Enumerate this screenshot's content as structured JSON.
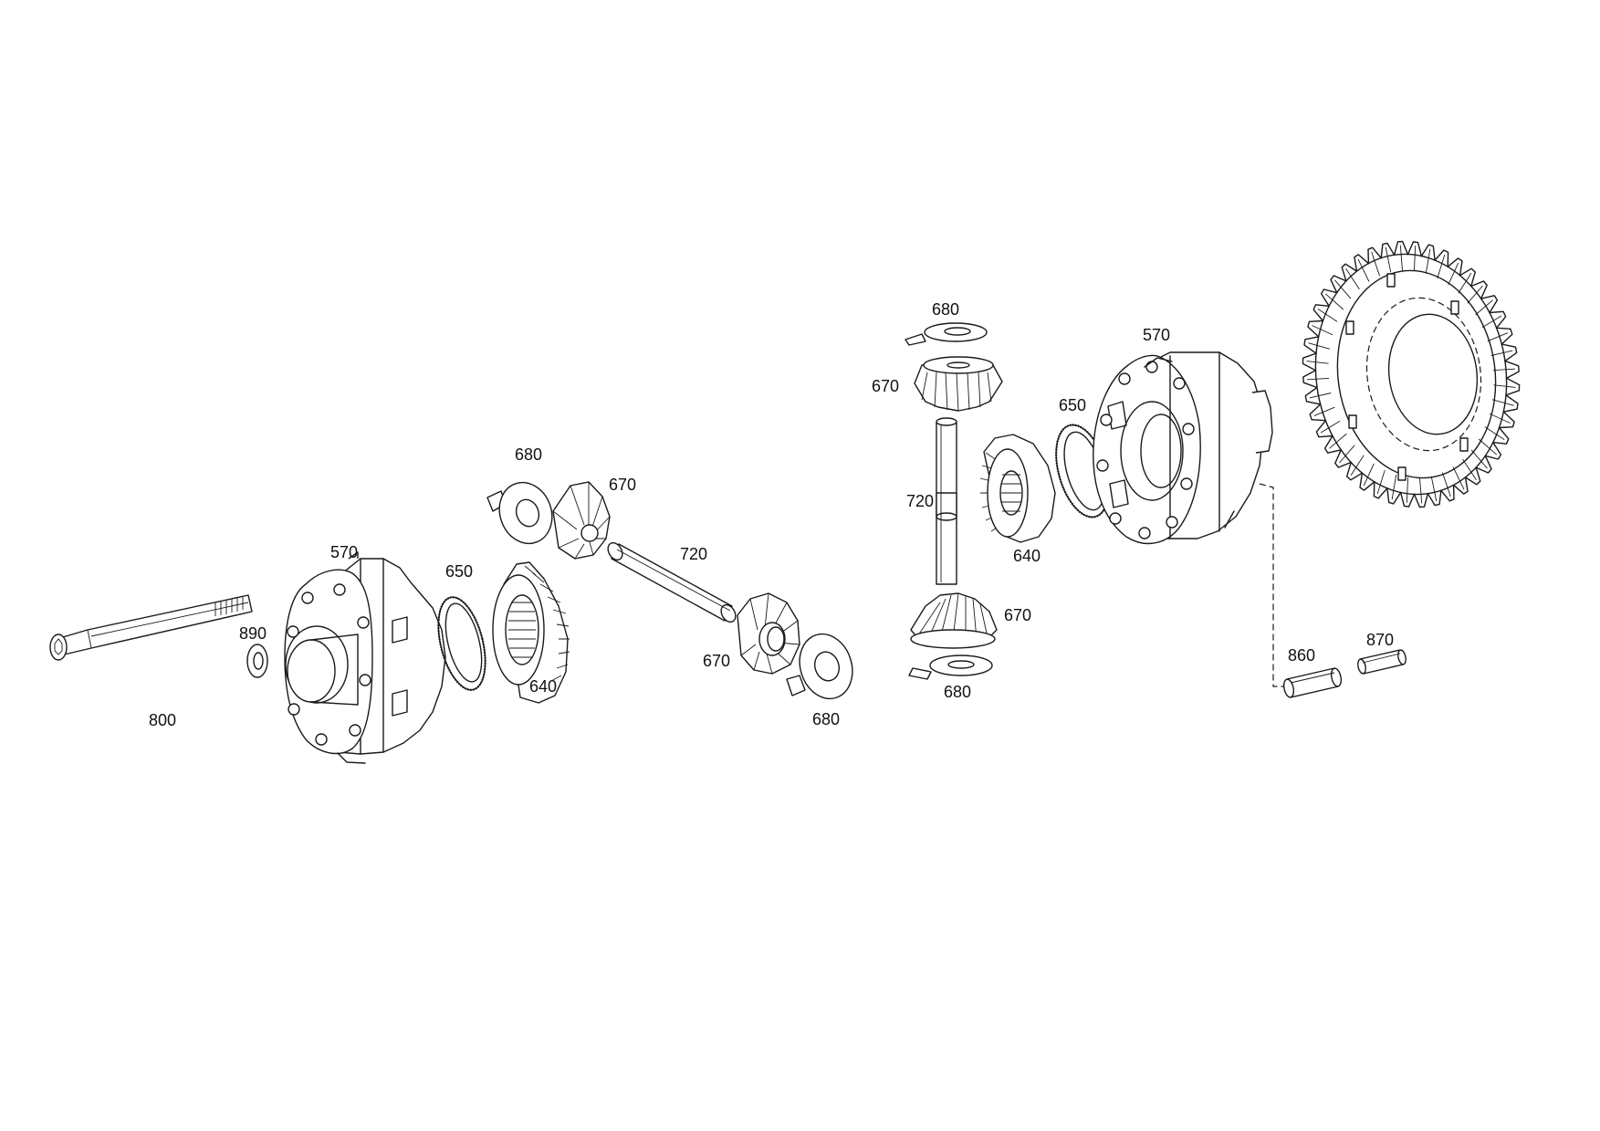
{
  "diagram": {
    "callouts": [
      {
        "id": "c800",
        "text": "800"
      },
      {
        "id": "c890",
        "text": "890"
      },
      {
        "id": "c570a",
        "text": "570"
      },
      {
        "id": "c650a",
        "text": "650"
      },
      {
        "id": "c640a",
        "text": "640"
      },
      {
        "id": "c680a",
        "text": "680"
      },
      {
        "id": "c670a",
        "text": "670"
      },
      {
        "id": "c720a",
        "text": "720"
      },
      {
        "id": "c670b",
        "text": "670"
      },
      {
        "id": "c680b",
        "text": "680"
      },
      {
        "id": "c680c",
        "text": "680"
      },
      {
        "id": "c670c",
        "text": "670"
      },
      {
        "id": "c720b",
        "text": "720"
      },
      {
        "id": "c670d",
        "text": "670"
      },
      {
        "id": "c680d",
        "text": "680"
      },
      {
        "id": "c640b",
        "text": "640"
      },
      {
        "id": "c650b",
        "text": "650"
      },
      {
        "id": "c570b",
        "text": "570"
      },
      {
        "id": "c860",
        "text": "860"
      },
      {
        "id": "c870",
        "text": "870"
      }
    ]
  }
}
